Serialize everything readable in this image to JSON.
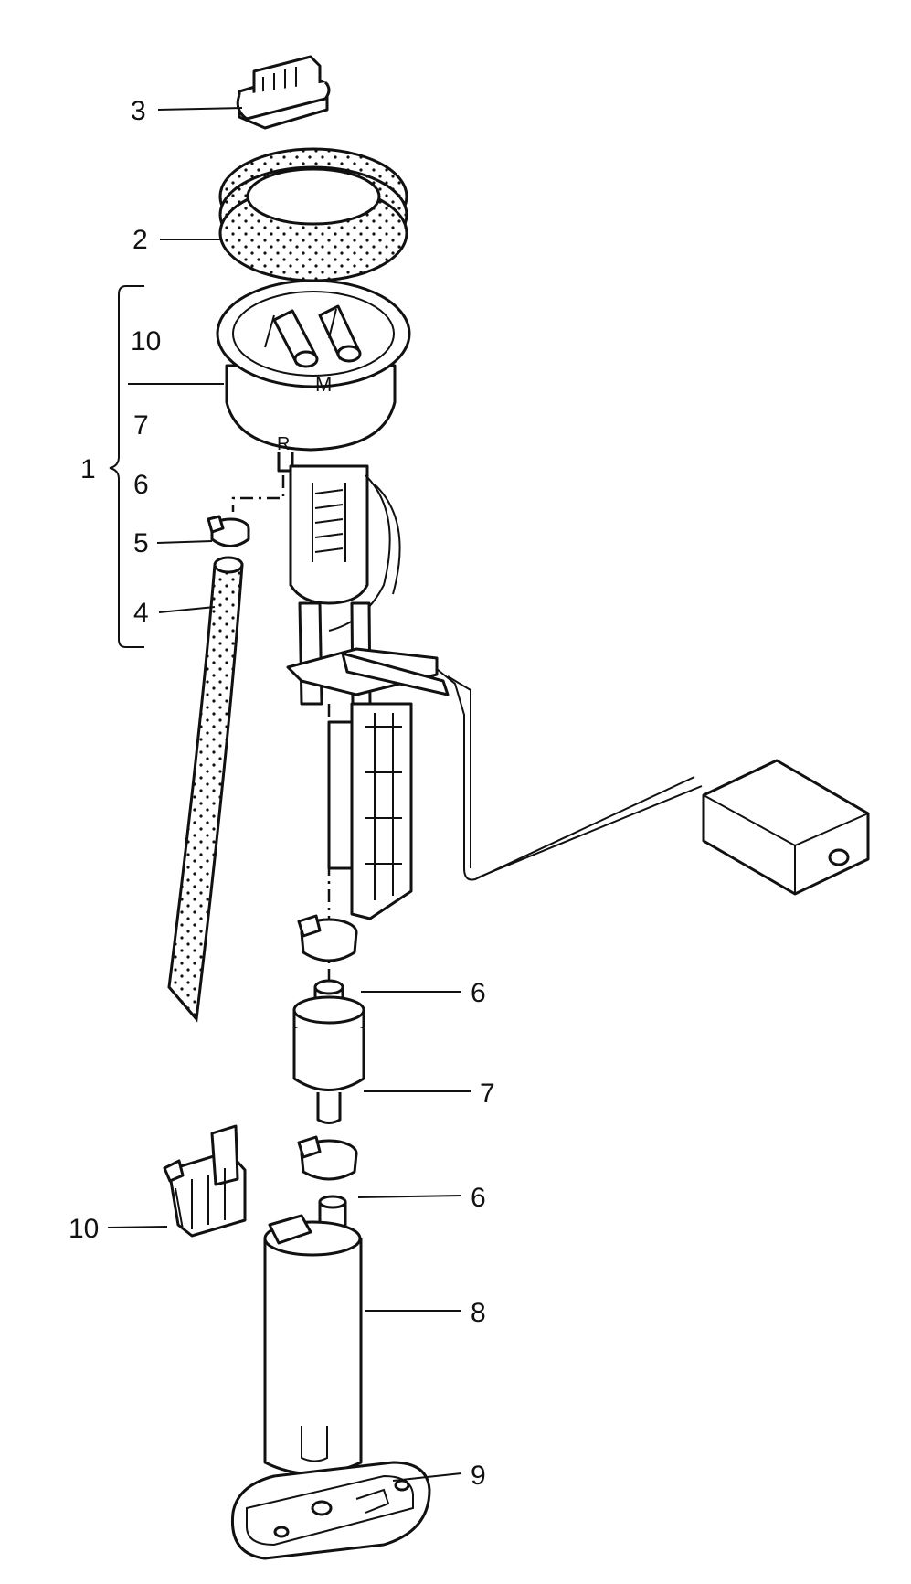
{
  "callouts": {
    "c1": "1",
    "c2": "2",
    "c3": "3",
    "c4": "4",
    "c5": "5",
    "c6_bracket": "6",
    "c7_bracket": "7",
    "c10_bracket": "10",
    "c6_upper": "6",
    "c7": "7",
    "c6_lower": "6",
    "c8": "8",
    "c9": "9",
    "c10": "10"
  }
}
